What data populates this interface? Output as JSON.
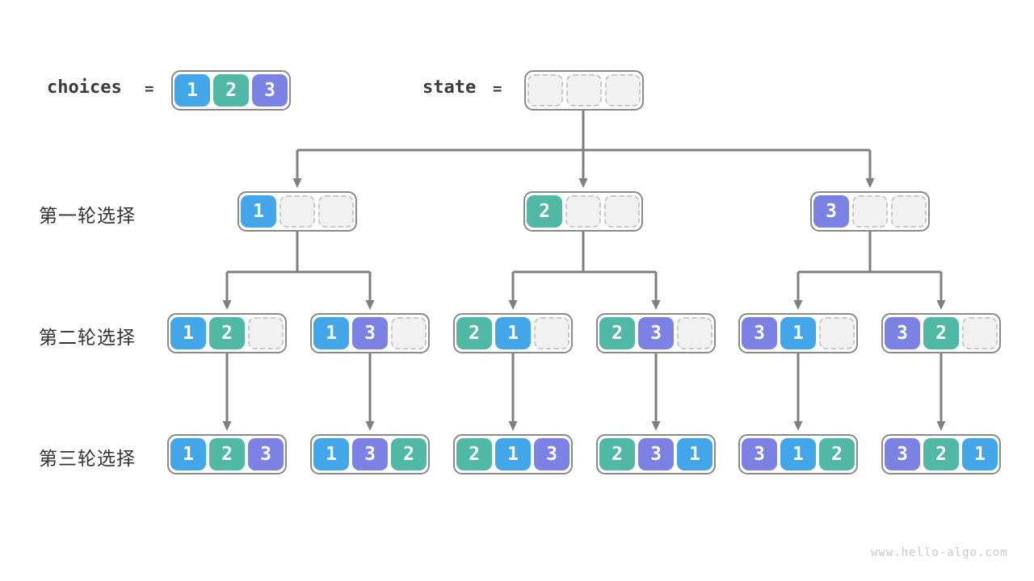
{
  "header": {
    "choices_label": "choices",
    "equals": "=",
    "state_label": "state",
    "choices_cells": [
      1,
      2,
      3
    ],
    "state_cells": [
      null,
      null,
      null
    ]
  },
  "rows": [
    {
      "label": "第一轮选择",
      "boxes": [
        [
          1,
          null,
          null
        ],
        [
          2,
          null,
          null
        ],
        [
          3,
          null,
          null
        ]
      ]
    },
    {
      "label": "第二轮选择",
      "boxes": [
        [
          1,
          2,
          null
        ],
        [
          1,
          3,
          null
        ],
        [
          2,
          1,
          null
        ],
        [
          2,
          3,
          null
        ],
        [
          3,
          1,
          null
        ],
        [
          3,
          2,
          null
        ]
      ]
    },
    {
      "label": "第三轮选择",
      "boxes": [
        [
          1,
          2,
          3
        ],
        [
          1,
          3,
          2
        ],
        [
          2,
          1,
          3
        ],
        [
          2,
          3,
          1
        ],
        [
          3,
          1,
          2
        ],
        [
          3,
          2,
          1
        ]
      ]
    }
  ],
  "colors": {
    "1": "#43a6e8",
    "2": "#50b8a4",
    "3": "#7b82e3",
    "arrow": "#7f7f7f",
    "box_border": "#8a8a8a",
    "empty_fill": "#f1f1f2",
    "dashed_border": "#c9c9c9",
    "text": "#3b3b3b",
    "watermark_text": "#c9c9c9"
  },
  "watermark": "www.hello-algo.com"
}
